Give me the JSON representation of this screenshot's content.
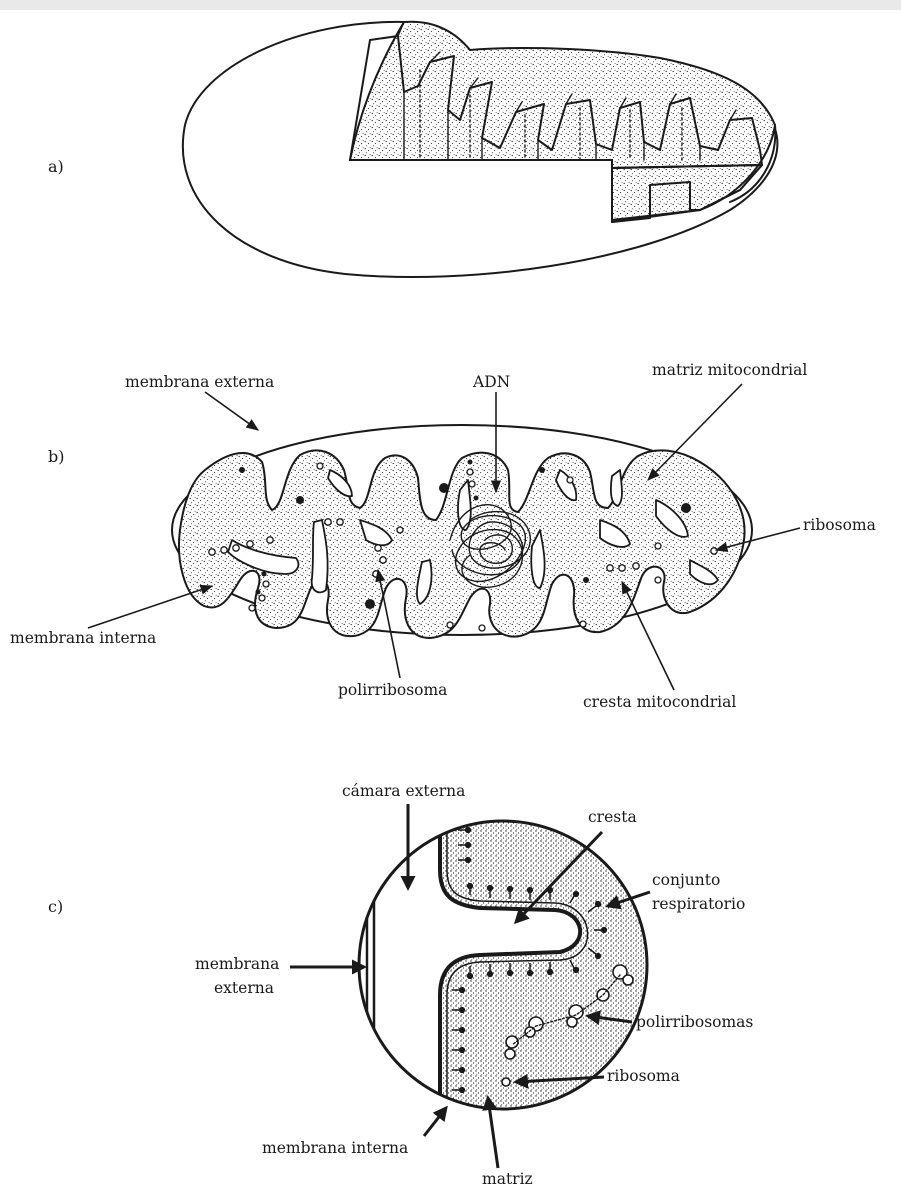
{
  "panels": {
    "a": {
      "label": "a)"
    },
    "b": {
      "label": "b)",
      "labels": {
        "outer_membrane": "membrana externa",
        "dna": "ADN",
        "matrix": "matriz mitocondrial",
        "ribosome": "ribosoma",
        "inner_membrane": "membrana interna",
        "polyribosome": "polirribosoma",
        "crista": "cresta mitocondrial"
      }
    },
    "c": {
      "label": "c)",
      "labels": {
        "outer_chamber": "cámara externa",
        "crista": "cresta",
        "respiratory_set_line1": "conjunto",
        "respiratory_set_line2": "respiratorio",
        "outer_membrane_line1": "membrana",
        "outer_membrane_line2": "externa",
        "polyribosomes": "polirribosomas",
        "ribosome": "ribosoma",
        "inner_membrane": "membrana interna",
        "matrix": "matriz"
      }
    }
  },
  "colors": {
    "ink": "#1a1a1a",
    "background": "#ffffff",
    "top_bar": "#e9e9ea"
  }
}
